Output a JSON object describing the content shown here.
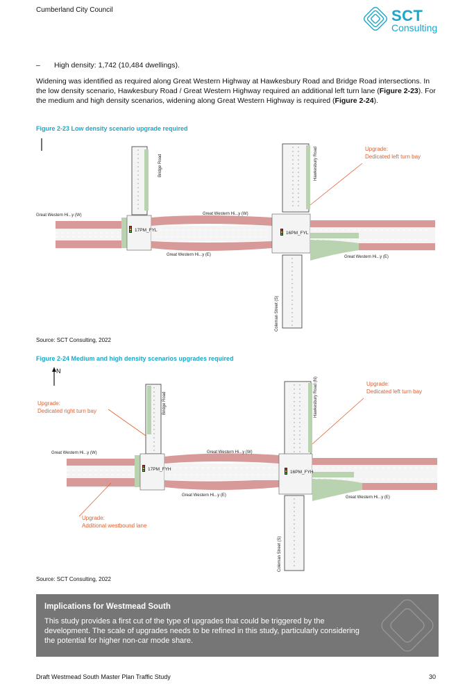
{
  "header": {
    "organisation": "Cumberland City Council",
    "logo": {
      "main": "SCT",
      "sub": "Consulting",
      "color": "#1aa7c9"
    }
  },
  "body": {
    "bullet_dash": "–",
    "bullet_text": "High density: 1,742 (10,484 dwellings).",
    "para_1": "Widening was identified as required along Great Western Highway at Hawkesbury Road and Bridge Road intersections. In the low density scenario, Hawkesbury Road / Great Western Highway required an additional left turn lane (",
    "para_ref_1": "Figure 2-23",
    "para_2": "). For the medium and high density scenarios, widening along Great Western Highway is required (",
    "para_ref_2": "Figure 2-24",
    "para_3": ")."
  },
  "figure_1": {
    "caption": "Figure 2-23 Low density scenario upgrade required",
    "source": "Source: SCT Consulting, 2022",
    "labels": {
      "bridge_road": "Bridge Road",
      "hawkesbury_road": "Hawkesbury Road",
      "gwh_w_left": "Great Western Hi...y (W)",
      "gwh_w_mid": "Great Western Hi...y (W)",
      "gwh_e_mid": "Great Western Hi...y (E)",
      "gwh_e_right": "Great Western Hi...y (E)",
      "coleman_street": "Coleman Street (S)",
      "signal_1": "17PM_FYL",
      "signal_2": "16PM_FYL",
      "upgrade_1": "Upgrade:",
      "upgrade_1_desc": "Dedicated left turn bay"
    }
  },
  "figure_2": {
    "caption": "Figure 2-24 Medium and high density scenarios upgrades required",
    "source": "Source: SCT Consulting, 2022",
    "north": "N",
    "labels": {
      "bridge_road": "Bridge Road",
      "hawkesbury_road": "Hawkesbury Road (N)",
      "gwh_w_left": "Great Western Hi...y (W)",
      "gwh_w_mid": "Great Western Hi...y (W)",
      "gwh_e_mid": "Great Western Hi...y (E)",
      "gwh_e_right": "Great Western Hi...y (E)",
      "coleman_street": "Coleman Street (S)",
      "signal_1": "17PM_FYH",
      "signal_2": "16PM_FYH",
      "upgrade_1": "Upgrade:",
      "upgrade_1_desc": "Dedicated right turn bay",
      "upgrade_2": "Upgrade:",
      "upgrade_2_desc": "Dedicated left turn bay",
      "upgrade_3": "Upgrade:",
      "upgrade_3_desc": "Additional westbound lane"
    }
  },
  "implications": {
    "title": "Implications for Westmead South",
    "text": "This study provides a first cut of the type of upgrades that could be triggered by the development. The scale of upgrades needs to be refined in this study, particularly considering the potential for higher non-car mode share."
  },
  "footer": {
    "title": "Draft Westmead South Master Plan Traffic Study",
    "page": "30"
  },
  "colors": {
    "accent": "#1aa7c9",
    "road_red": "#d89a98",
    "road_green": "#b9d3b0",
    "upgrade_orange": "#e06030",
    "callout_grey": "#767676"
  }
}
